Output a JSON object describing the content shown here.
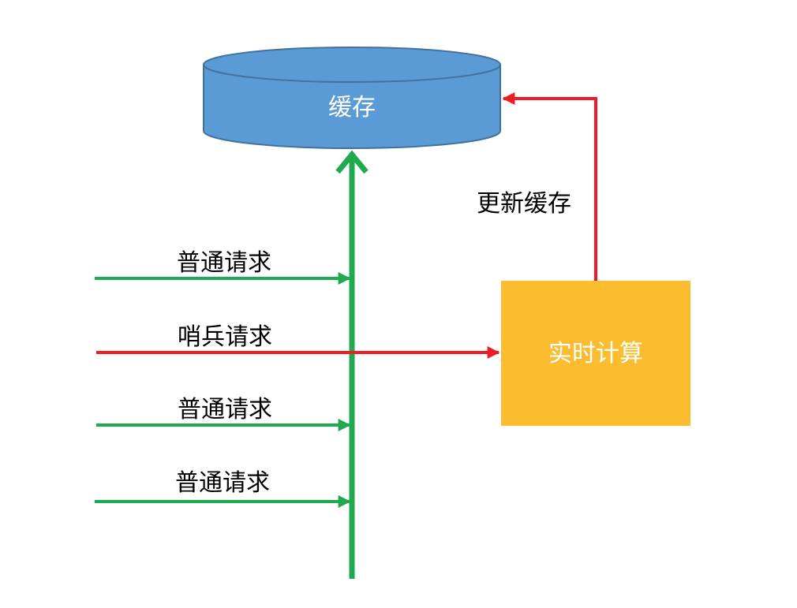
{
  "nodes": {
    "cache": {
      "label": "缓存"
    },
    "realtime": {
      "label": "实时计算"
    }
  },
  "edges": {
    "update_cache": {
      "label": "更新缓存"
    },
    "normal_1": {
      "label": "普通请求"
    },
    "sentinel": {
      "label": "哨兵请求"
    },
    "normal_2": {
      "label": "普通请求"
    },
    "normal_3": {
      "label": "普通请求"
    }
  },
  "colors": {
    "cache_fill": "#5b9bd5",
    "cache_stroke": "#41719c",
    "realtime_fill": "#fbbd2f",
    "normal_arrow": "#1faa4f",
    "sentinel_arrow": "#ee1c24",
    "node_text": "#ffffff",
    "label_text": "#000000"
  }
}
